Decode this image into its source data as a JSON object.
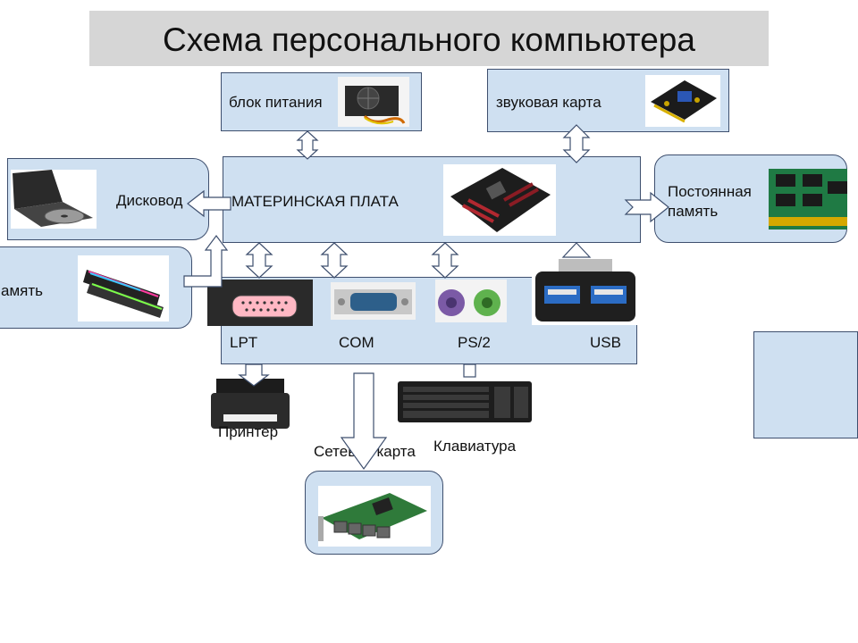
{
  "title": "Схема персонального компьютера",
  "colors": {
    "box_fill": "#cfe0f1",
    "box_border": "#3e4f6e",
    "title_bar": "#d6d6d6"
  },
  "blocks": {
    "power_supply": "блок питания",
    "sound_card": "звуковая карта",
    "motherboard": "МАТЕРИНСКАЯ ПЛАТА",
    "disk_drive": "Дисковод",
    "rom": "Постоянная\nпамять",
    "ram": "амять",
    "network_card": "Сетевая карта"
  },
  "ports": {
    "lpt": "LPT",
    "com": "COM",
    "ps2": "PS/2",
    "usb": "USB"
  },
  "devices": {
    "printer": "Принтер",
    "keyboard": "Клавиатура"
  },
  "icons": {
    "power_supply": "power-supply-icon",
    "sound_card": "sound-card-icon",
    "motherboard": "motherboard-icon",
    "disk_drive": "laptop-drive-icon",
    "rom": "memory-chip-icon",
    "ram": "ram-stick-icon",
    "lpt": "lpt-port-icon",
    "com": "com-port-icon",
    "ps2": "ps2-port-icon",
    "usb": "usb-port-icon",
    "printer": "printer-icon",
    "keyboard": "keyboard-icon",
    "network_card": "network-card-icon"
  }
}
